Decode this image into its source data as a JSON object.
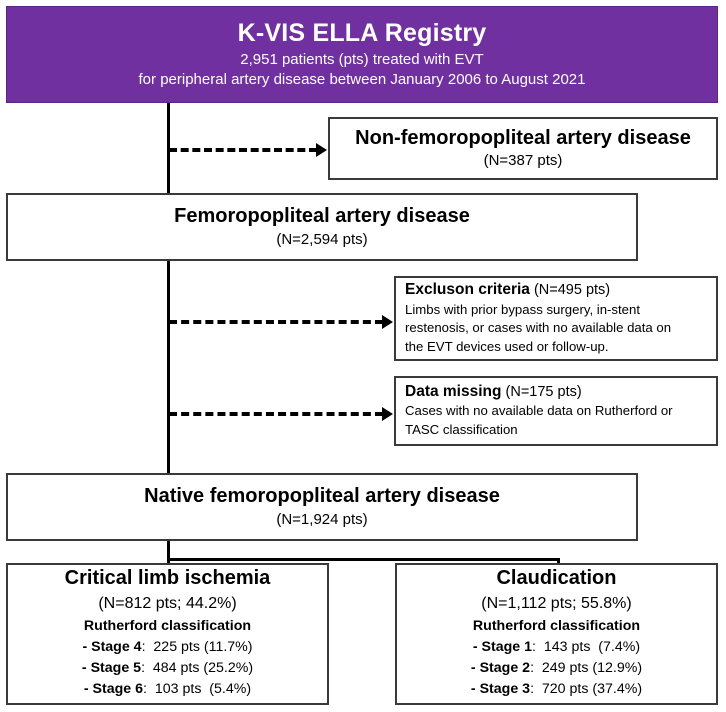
{
  "header": {
    "title": "K-VIS ELLA Registry",
    "subtitle_line1": "2,951 patients (pts) treated with EVT",
    "subtitle_line2": "for peripheral artery disease between January 2006 to August 2021",
    "background_color": "#7030A0",
    "text_color": "#FFFFFF"
  },
  "excluded_nonfp": {
    "title": "Non-femoropopliteal artery disease",
    "count": "(N=387 pts)"
  },
  "femoropopliteal": {
    "title": "Femoropopliteal artery disease",
    "count": "(N=2,594 pts)"
  },
  "exclusion_criteria": {
    "heading_bold": "Excluson criteria",
    "heading_count": "(N=495 pts)",
    "body_line1": "Limbs with prior bypass surgery, in-stent",
    "body_line2": "restenosis, or cases with no available data on",
    "body_line3": "the EVT devices used or follow-up."
  },
  "data_missing": {
    "heading_bold": "Data missing",
    "heading_count": "(N=175 pts)",
    "body_line1": "Cases with no available data on Rutherford or",
    "body_line2": "TASC classification"
  },
  "native_fp": {
    "title": "Native femoropopliteal artery disease",
    "count": "(N=1,924 pts)"
  },
  "critical_limb_ischemia": {
    "title": "Critical limb ischemia",
    "count": "(N=812 pts; 44.2%)",
    "classification_label": "Rutherford classification",
    "stages": [
      {
        "label": "- Stage 4",
        "sep": ":",
        "value": "  225 pts (11.7%)"
      },
      {
        "label": "- Stage 5",
        "sep": ":",
        "value": "  484 pts (25.2%)"
      },
      {
        "label": "- Stage 6",
        "sep": ":",
        "value": "  103 pts  (5.4%)"
      }
    ]
  },
  "claudication": {
    "title": "Claudication",
    "count": "(N=1,112 pts; 55.8%)",
    "classification_label": "Rutherford classification",
    "stages": [
      {
        "label": "- Stage 1",
        "sep": ":",
        "value": "  143 pts  (7.4%)"
      },
      {
        "label": "- Stage 2",
        "sep": ":",
        "value": "  249 pts (12.9%)"
      },
      {
        "label": "- Stage 3",
        "sep": ":",
        "value": "  720 pts (37.4%)"
      }
    ]
  },
  "chart_data": {
    "type": "flowchart",
    "title": "K-VIS ELLA Registry patient selection flow diagram",
    "nodes": [
      {
        "id": "registry",
        "label": "K-VIS ELLA Registry",
        "n": 2951
      },
      {
        "id": "nonfp",
        "label": "Non-femoropopliteal artery disease",
        "n": 387
      },
      {
        "id": "fp",
        "label": "Femoropopliteal artery disease",
        "n": 2594
      },
      {
        "id": "exclusion",
        "label": "Excluson criteria",
        "n": 495
      },
      {
        "id": "missing",
        "label": "Data missing",
        "n": 175
      },
      {
        "id": "nativefp",
        "label": "Native femoropopliteal artery disease",
        "n": 1924
      },
      {
        "id": "cli",
        "label": "Critical limb ischemia",
        "n": 812,
        "pct": 44.2
      },
      {
        "id": "claud",
        "label": "Claudication",
        "n": 1112,
        "pct": 55.8
      }
    ],
    "stage_breakdown": {
      "critical_limb_ischemia": [
        {
          "stage": 4,
          "pts": 225,
          "pct": 11.7
        },
        {
          "stage": 5,
          "pts": 484,
          "pct": 25.2
        },
        {
          "stage": 6,
          "pts": 103,
          "pct": 5.4
        }
      ],
      "claudication": [
        {
          "stage": 1,
          "pts": 143,
          "pct": 7.4
        },
        {
          "stage": 2,
          "pts": 249,
          "pct": 12.9
        },
        {
          "stage": 3,
          "pts": 720,
          "pct": 37.4
        }
      ]
    }
  }
}
